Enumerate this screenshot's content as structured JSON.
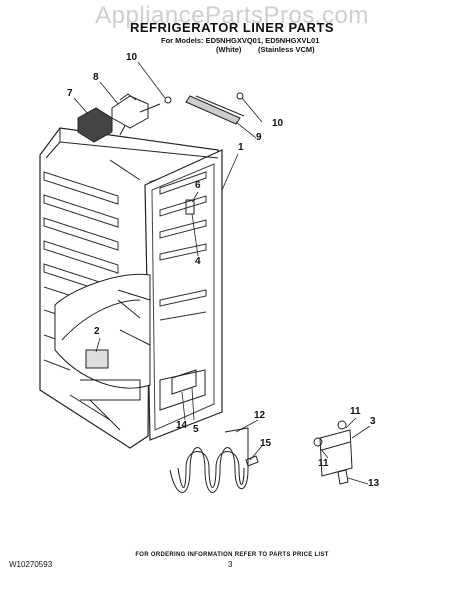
{
  "watermark": "AppliancePartsPros.com",
  "title": "REFRIGERATOR LINER PARTS",
  "models_line": "For Models: ED5NHGXVQ01, ED5NHGXVL01",
  "variants": [
    "(White)",
    "(Stainless VCM)"
  ],
  "callouts": [
    {
      "id": "c10a",
      "label": "10"
    },
    {
      "id": "c8",
      "label": "8"
    },
    {
      "id": "c7",
      "label": "7"
    },
    {
      "id": "c10b",
      "label": "10"
    },
    {
      "id": "c9",
      "label": "9"
    },
    {
      "id": "c1",
      "label": "1"
    },
    {
      "id": "c6",
      "label": "6"
    },
    {
      "id": "c4",
      "label": "4"
    },
    {
      "id": "c2",
      "label": "2"
    },
    {
      "id": "c14",
      "label": "14"
    },
    {
      "id": "c5",
      "label": "5"
    },
    {
      "id": "c12",
      "label": "12"
    },
    {
      "id": "c15",
      "label": "15"
    },
    {
      "id": "c11a",
      "label": "11"
    },
    {
      "id": "c3",
      "label": "3"
    },
    {
      "id": "c11b",
      "label": "11"
    },
    {
      "id": "c13",
      "label": "13"
    }
  ],
  "footer_note": "FOR ORDERING INFORMATION REFER TO PARTS PRICE LIST",
  "doc_code": "W10270593",
  "page_number": "3"
}
